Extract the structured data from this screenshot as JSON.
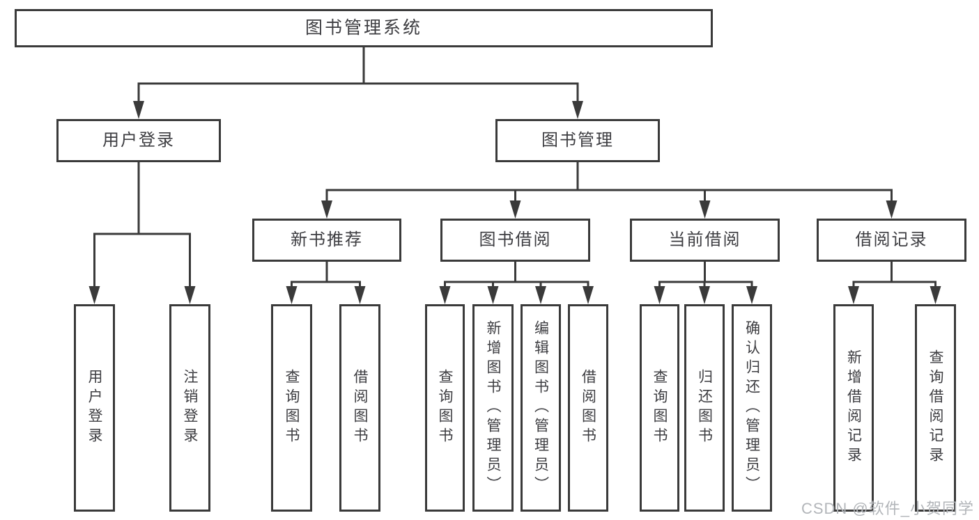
{
  "diagram": {
    "title": "图书管理系统",
    "type": "tree",
    "nodes": [
      {
        "id": "root",
        "label": "图书管理系统",
        "level": 1,
        "children": [
          "user-login",
          "book-mgmt"
        ]
      },
      {
        "id": "user-login",
        "label": "用户登录",
        "level": 2,
        "children": [
          "leaf-user-login",
          "leaf-logout"
        ]
      },
      {
        "id": "book-mgmt",
        "label": "图书管理",
        "level": 2,
        "children": [
          "new-book-rec",
          "book-borrow",
          "current-borrow",
          "borrow-records"
        ]
      },
      {
        "id": "new-book-rec",
        "label": "新书推荐",
        "level": 3,
        "children": [
          "leaf-query-book-1",
          "leaf-borrow-book-1"
        ]
      },
      {
        "id": "book-borrow",
        "label": "图书借阅",
        "level": 3,
        "children": [
          "leaf-query-book-2",
          "leaf-add-book",
          "leaf-edit-book",
          "leaf-borrow-book-2"
        ]
      },
      {
        "id": "current-borrow",
        "label": "当前借阅",
        "level": 3,
        "children": [
          "leaf-query-book-3",
          "leaf-return-book",
          "leaf-confirm-return"
        ]
      },
      {
        "id": "borrow-records",
        "label": "借阅记录",
        "level": 3,
        "children": [
          "leaf-add-borrow-record",
          "leaf-query-borrow-record"
        ]
      },
      {
        "id": "leaf-user-login",
        "label": "用户登录",
        "level": 4,
        "children": []
      },
      {
        "id": "leaf-logout",
        "label": "注销登录",
        "level": 4,
        "children": []
      },
      {
        "id": "leaf-query-book-1",
        "label": "查询图书",
        "level": 4,
        "children": []
      },
      {
        "id": "leaf-borrow-book-1",
        "label": "借阅图书",
        "level": 4,
        "children": []
      },
      {
        "id": "leaf-query-book-2",
        "label": "查询图书",
        "level": 4,
        "children": []
      },
      {
        "id": "leaf-add-book",
        "label": "新增图书（管理员）",
        "level": 4,
        "children": []
      },
      {
        "id": "leaf-edit-book",
        "label": "编辑图书（管理员）",
        "level": 4,
        "children": []
      },
      {
        "id": "leaf-borrow-book-2",
        "label": "借阅图书",
        "level": 4,
        "children": []
      },
      {
        "id": "leaf-query-book-3",
        "label": "查询图书",
        "level": 4,
        "children": []
      },
      {
        "id": "leaf-return-book",
        "label": "归还图书",
        "level": 4,
        "children": []
      },
      {
        "id": "leaf-confirm-return",
        "label": "确认归还（管理员）",
        "level": 4,
        "children": []
      },
      {
        "id": "leaf-add-borrow-record",
        "label": "新增借阅记录",
        "level": 4,
        "children": []
      },
      {
        "id": "leaf-query-borrow-record",
        "label": "查询借阅记录",
        "level": 4,
        "children": []
      }
    ]
  },
  "colors": {
    "line": "#3a3a3a",
    "text": "#3d3d41",
    "background": "#ffffff",
    "watermark": "#b2b5b9"
  },
  "watermark": {
    "text": "CSDN @软件_小贺同学"
  }
}
